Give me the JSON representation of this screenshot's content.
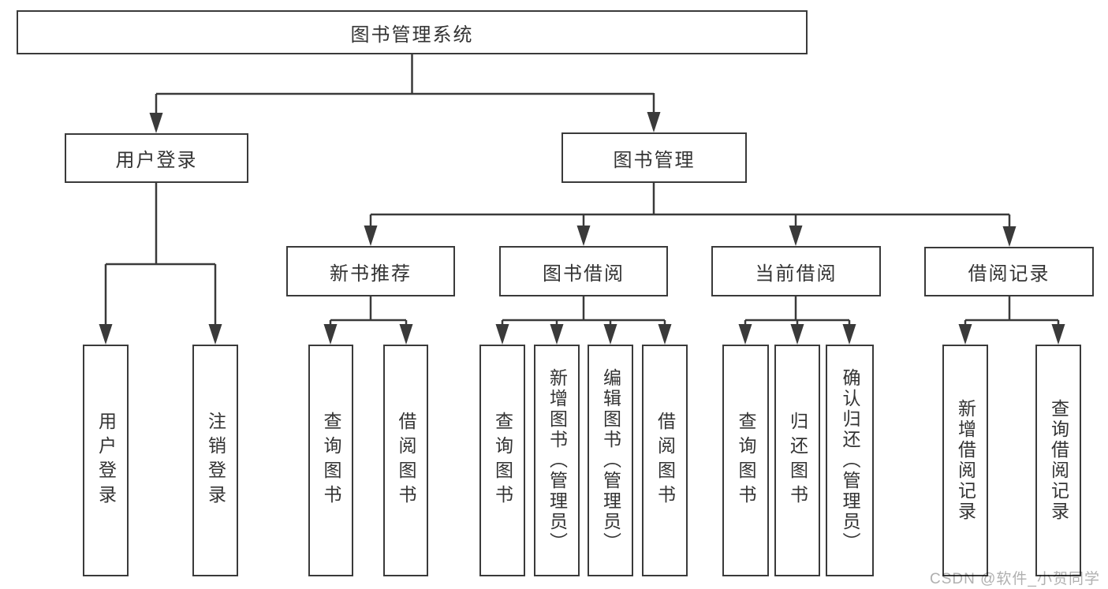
{
  "diagram_type": "hierarchy-tree",
  "colors": {
    "line": "#3a3a3a",
    "box_border": "#3a3a3a",
    "text": "#333333",
    "background": "#ffffff",
    "watermark": "#b0b0b0"
  },
  "tree": {
    "label": "图书管理系统",
    "children": [
      {
        "label": "用户登录",
        "children": [
          {
            "label": "用户登录"
          },
          {
            "label": "注销登录"
          }
        ]
      },
      {
        "label": "图书管理",
        "children": [
          {
            "label": "新书推荐",
            "children": [
              {
                "label": "查询图书"
              },
              {
                "label": "借阅图书"
              }
            ]
          },
          {
            "label": "图书借阅",
            "children": [
              {
                "label": "查询图书"
              },
              {
                "label": "新增图书（管理员）"
              },
              {
                "label": "编辑图书（管理员）"
              },
              {
                "label": "借阅图书"
              }
            ]
          },
          {
            "label": "当前借阅",
            "children": [
              {
                "label": "查询图书"
              },
              {
                "label": "归还图书"
              },
              {
                "label": "确认归还（管理员）"
              }
            ]
          },
          {
            "label": "借阅记录",
            "children": [
              {
                "label": "新增借阅记录"
              },
              {
                "label": "查询借阅记录"
              }
            ]
          }
        ]
      }
    ]
  },
  "watermark": {
    "text": "CSDN @软件_小贺同学"
  }
}
